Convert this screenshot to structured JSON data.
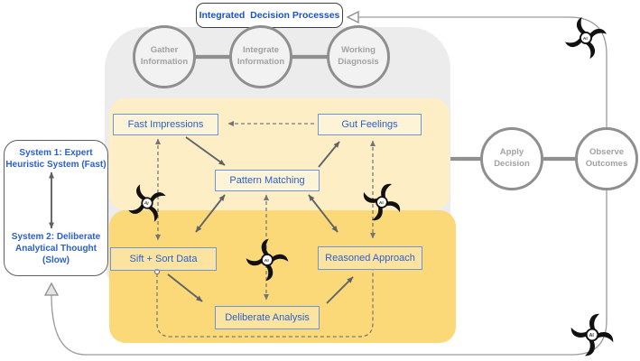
{
  "colors": {
    "accent_blue_text": "#2a5fd0",
    "title_blue_text": "#1b50cf",
    "box_border_blue": "#6b96dd",
    "panel_gray": "#ececec",
    "system1_yellow": "#fdeec6",
    "system2_yellow": "#fbd978",
    "circle_border_gray": "#8f8f8f",
    "circle_text_gray": "#a2a2a2",
    "solid_arrow_gray": "#5f6368",
    "dashed_arrow_gray": "#757575",
    "feedback_loop_gray": "#9a9a9a",
    "ai_icon_black": "#111111"
  },
  "title_box": {
    "label": "Integrated  Decision Processes"
  },
  "top_flow": [
    {
      "line1": "Gather",
      "line2": "Information"
    },
    {
      "line1": "Integrate",
      "line2": "Information"
    },
    {
      "line1": "Working",
      "line2": "Diagnosis"
    }
  ],
  "outcome_flow": [
    {
      "line1": "Apply",
      "line2": "Decision"
    },
    {
      "line1": "Observe",
      "line2": "Outcomes"
    }
  ],
  "system_labels": {
    "system1_line1": "System 1: Expert",
    "system1_line2": "Heuristic System (Fast)",
    "system2_line1": "System 2: Deliberate",
    "system2_line2": "Analytical Thought (Slow)"
  },
  "process_boxes": {
    "fast_impressions": "Fast Impressions",
    "gut_feelings": "Gut Feelings",
    "pattern_matching": "Pattern Matching",
    "sift_sort": "Sift + Sort Data",
    "reasoned_approach": "Reasoned Approach",
    "deliberate_analysis": "Deliberate Analysis"
  },
  "ai_markers": [
    {
      "name": "ai-swirl-system-boundary-left",
      "label": "AI",
      "sub": "1"
    },
    {
      "name": "ai-swirl-center",
      "label": "AI",
      "sub": "1"
    },
    {
      "name": "ai-swirl-system-boundary-right",
      "label": "AI",
      "sub": "2"
    },
    {
      "name": "ai-swirl-feedback-top",
      "label": "AI",
      "sub": "3"
    },
    {
      "name": "ai-swirl-feedback-bottom",
      "label": "AI",
      "sub": "3"
    }
  ]
}
